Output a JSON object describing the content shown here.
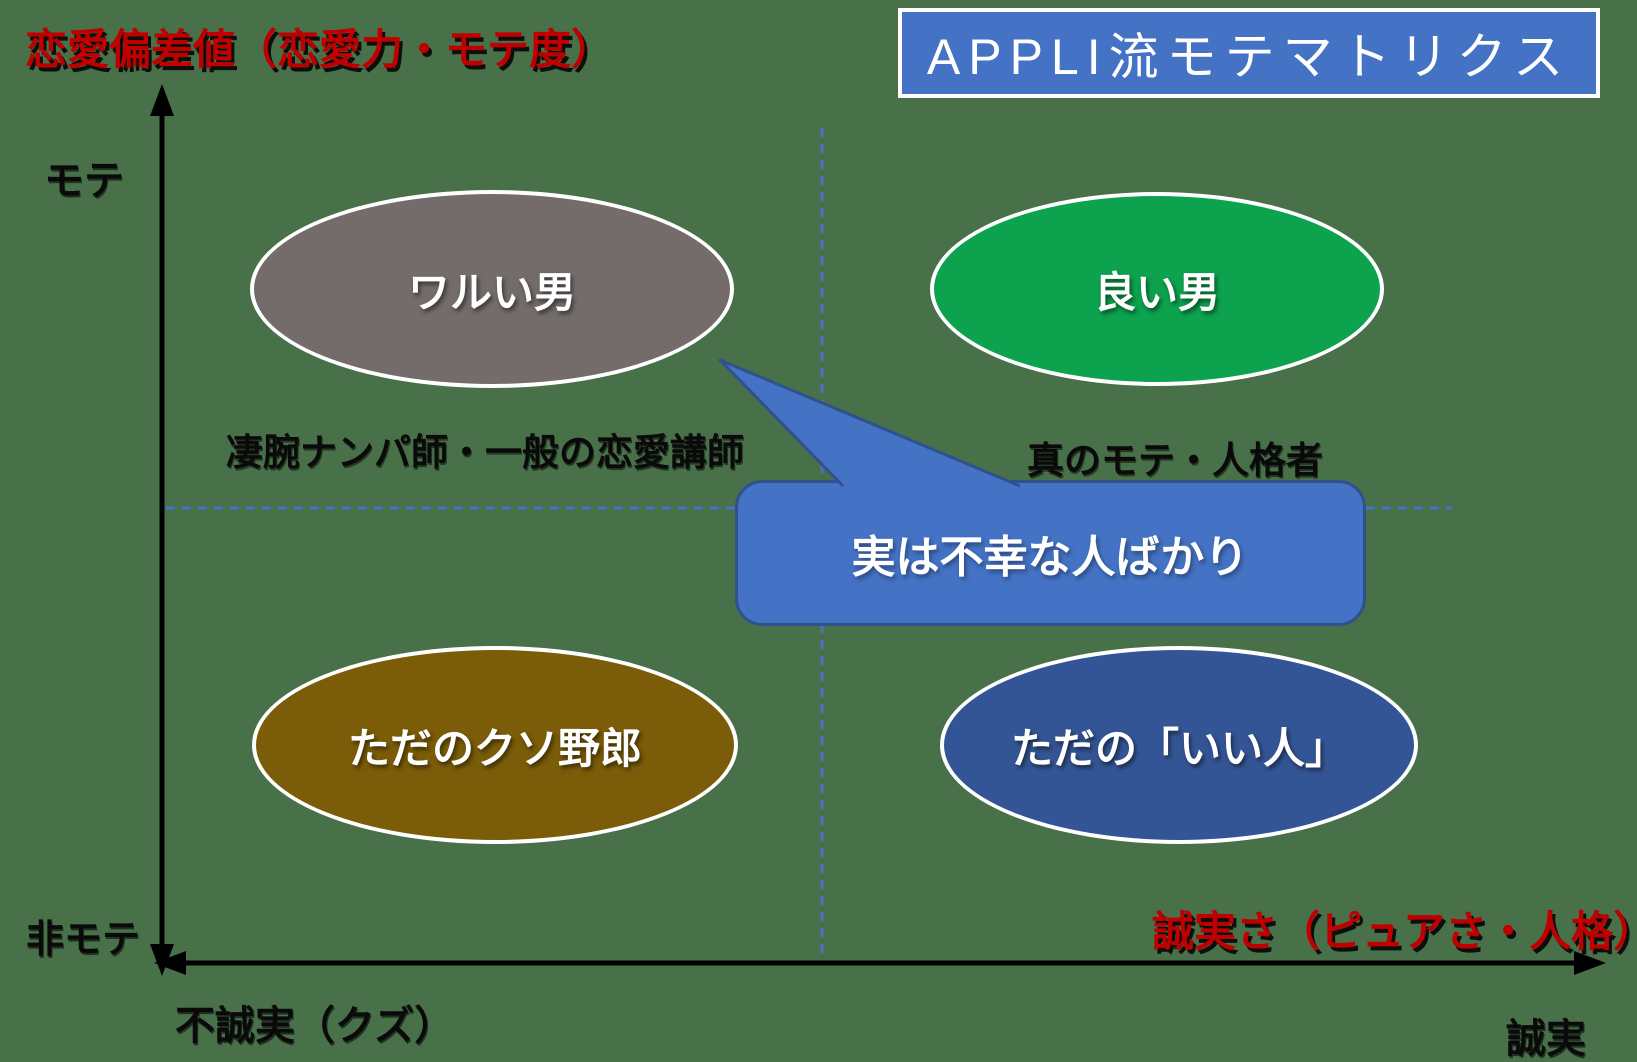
{
  "page": {
    "background_color": "#487049"
  },
  "header": {
    "matrix_title": "APPLI流モテマトリクス",
    "title_box_fill": "#4472C4",
    "title_box_border": "#FFFFFF"
  },
  "axes": {
    "y_axis_title": "恋愛偏差値（恋愛力・モテ度）",
    "x_axis_title": "誠実さ（ピュアさ・人格）",
    "y_top_label": "モテ",
    "y_bottom_label": "非モテ",
    "x_left_label": "不誠実（クズ）",
    "x_right_label": "誠実",
    "axis_color": "#000000",
    "axis_title_color": "#C00000",
    "divider_line_color": "#4472C4",
    "divider_line_style": "dashed"
  },
  "quadrants": {
    "top_left": {
      "label": "ワルい男",
      "description": "凄腕ナンパ師・一般の恋愛講師",
      "ellipse_color": "#736C6B"
    },
    "top_right": {
      "label": "良い男",
      "description": "真のモテ・人格者",
      "ellipse_color": "#0DA24E"
    },
    "bottom_left": {
      "label": "ただのクソ野郎",
      "ellipse_color": "#7B5C08"
    },
    "bottom_right": {
      "label": "ただの「いい人」",
      "ellipse_color": "#345595"
    }
  },
  "callout": {
    "label": "実は不幸な人ばかり",
    "fill": "#4472C4",
    "border": "#2F528F",
    "points_to": "ワルい男"
  }
}
